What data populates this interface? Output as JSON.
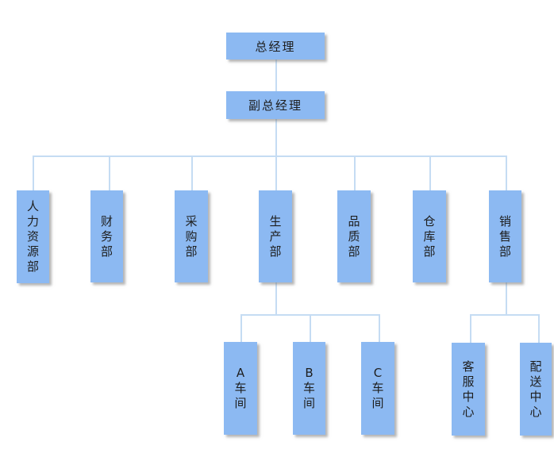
{
  "chart_data": {
    "type": "org-chart",
    "root": {
      "label": "总经理",
      "children": [
        {
          "label": "副总经理",
          "children": [
            {
              "label": "人力资源部",
              "children": []
            },
            {
              "label": "财务部",
              "children": []
            },
            {
              "label": "采购部",
              "children": []
            },
            {
              "label": "生产部",
              "children": [
                {
                  "label": "A车间",
                  "children": []
                },
                {
                  "label": "B车间",
                  "children": []
                },
                {
                  "label": "C车间",
                  "children": []
                }
              ]
            },
            {
              "label": "品质部",
              "children": []
            },
            {
              "label": "仓库部",
              "children": []
            },
            {
              "label": "销售部",
              "children": [
                {
                  "label": "客服中心",
                  "children": []
                },
                {
                  "label": "配送中心",
                  "children": []
                }
              ]
            }
          ]
        }
      ]
    },
    "colors": {
      "box_fill": "#8cb9f2",
      "connector": "#c5dcf3",
      "text": "#1e1e1e"
    }
  }
}
